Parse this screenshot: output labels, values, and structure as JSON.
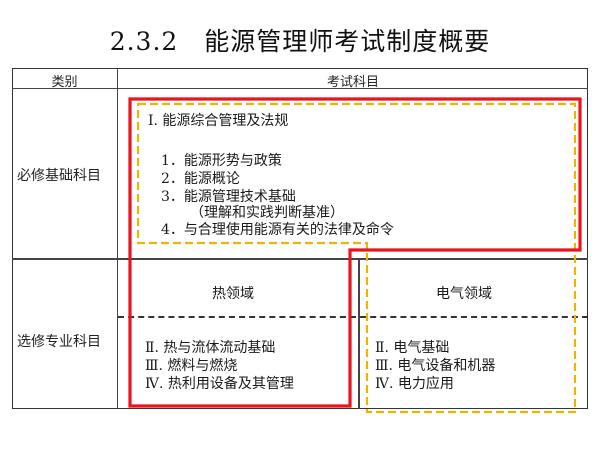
{
  "title": "2.3.2　能源管理师考试制度概要",
  "table": {
    "header": {
      "category": "类别",
      "subjects": "考试科目"
    },
    "required": {
      "category": "必修基础科目",
      "heading": "Ⅰ. 能源综合管理及法规",
      "items": [
        "1．能源形势与政策",
        "2．能源概论",
        "3．能源管理技术基础",
        "（理解和实践判断基准）",
        "4．与合理使用能源有关的法律及命令"
      ]
    },
    "elective": {
      "category": "选修专业科目",
      "thermal": {
        "label": "热领域",
        "items": [
          "Ⅱ. 热与流体流动基础",
          "Ⅲ. 燃料与燃烧",
          "Ⅳ. 热利用设备及其管理"
        ]
      },
      "electric": {
        "label": "电气领域",
        "items": [
          "Ⅱ. 电气基础",
          "Ⅲ. 电气设备和机器",
          "Ⅳ. 电力应用"
        ]
      }
    }
  },
  "colors": {
    "red_outline": "#e8141e",
    "yellow_outline": "#f0b400"
  }
}
